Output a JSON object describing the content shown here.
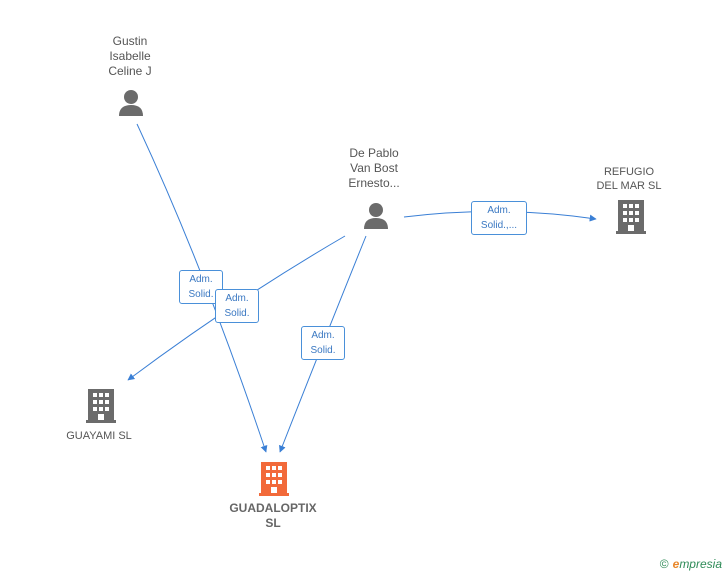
{
  "colors": {
    "edge": "#3a7fd5",
    "person_icon": "#6b6b6b",
    "company_icon": "#6b6b6b",
    "focus_icon": "#f26a3a"
  },
  "nodes": {
    "gustin": {
      "lines": [
        "Gustin",
        "Isabelle",
        "Celine J"
      ],
      "icon": "person-icon"
    },
    "depablo": {
      "lines": [
        "De Pablo",
        "Van Bost",
        "Ernesto..."
      ],
      "icon": "person-icon"
    },
    "refugio": {
      "lines": [
        "REFUGIO",
        "DEL MAR SL"
      ],
      "icon": "building-icon"
    },
    "guayami": {
      "lines": [
        "GUAYAMI SL"
      ],
      "icon": "building-icon"
    },
    "guadaloptix": {
      "lines": [
        "GUADALOPTIX",
        "SL"
      ],
      "icon": "building-icon"
    }
  },
  "edge_labels": {
    "gustin_guadaloptix": [
      "Adm.",
      "Solid."
    ],
    "depablo_guayami": [
      "Adm.",
      "Solid."
    ],
    "depablo_guadaloptix": [
      "Adm.",
      "Solid."
    ],
    "depablo_refugio": [
      "Adm.",
      "Solid.,..."
    ]
  },
  "brand": {
    "copyright": "©",
    "initial": "e",
    "rest": "mpresia"
  }
}
